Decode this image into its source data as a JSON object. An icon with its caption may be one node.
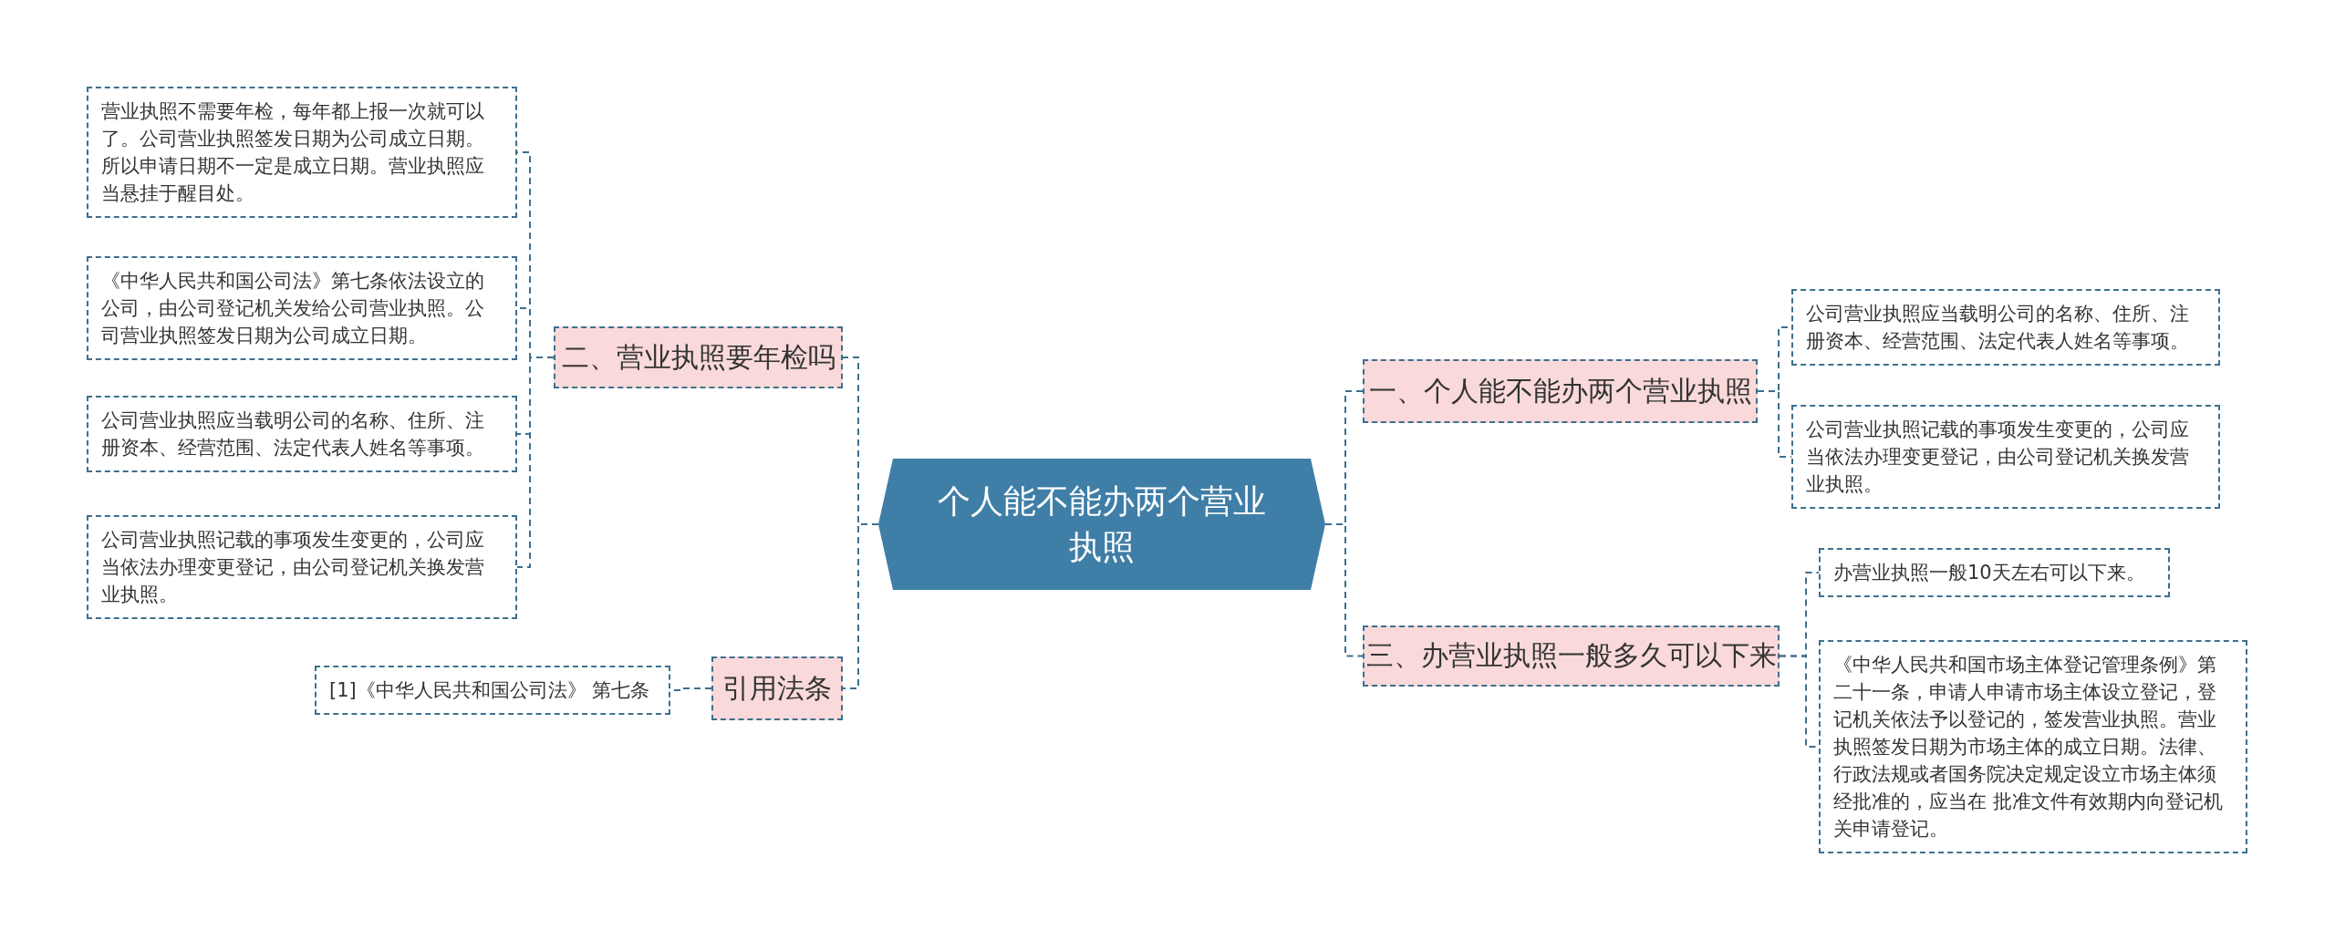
{
  "diagram": {
    "nodes": [
      {
        "text": [
          "个人能不能办两个营业执照"
        ]
      },
      {
        "text": [
          "一、个人能不能办两个营业执照"
        ]
      },
      {
        "text": [
          "公司营业执照应当载明公司的名称、住所、注册资本、经营范围、法定代表人姓名等事项。"
        ]
      },
      {
        "text": [
          "公司营业执照记载的事项发生变更的，公司应当依法办理变更登记，由公司登记机关换发营业执照。"
        ]
      },
      {
        "text": [
          "三、办营业执照一般多久可以下来"
        ]
      },
      {
        "text": [
          "办营业执照一般10天左右可以下来。"
        ]
      },
      {
        "text": [
          "《中华人民共和国市场主体登记管理条例》第二十一条，申请人申请市场主体设立登记，登记机关依法予以登记的，签发营业执照。营业执照签发日期为市场主体的成立日期。法律、行政法规或者国务院决定规定设立市场主体须经批准的，应当在 批准文件有效期内向登记机关申请登记。"
        ]
      },
      {
        "text": [
          "二、营业执照要年检吗"
        ]
      },
      {
        "text": [
          "营业执照不需要年检，每年都上报一次就可以了。公司营业执照签发日期为公司成立日期。所以申请日期不一定是成立日期。营业执照应当悬挂于醒目处。"
        ]
      },
      {
        "text": [
          "《中华人民共和国公司法》第七条依法设立的公司，由公司登记机关发给公司营业执照。公司营业执照签发日期为公司成立日期。"
        ]
      },
      {
        "text": [
          "公司营业执照应当载明公司的名称、住所、注册资本、经营范围、法定代表人姓名等事项。"
        ]
      },
      {
        "text": [
          "公司营业执照记载的事项发生变更的，公司应当依法办理变更登记，由公司登记机关换发营业执照。"
        ]
      },
      {
        "text": [
          "引用法条"
        ]
      },
      {
        "text": [
          "[1]《中华人民共和国公司法》 第七条"
        ]
      }
    ],
    "edges": [
      {
        "from": 0,
        "to": 1,
        "arrow": "none"
      },
      {
        "from": 1,
        "to": 2,
        "arrow": "none"
      },
      {
        "from": 1,
        "to": 3,
        "arrow": "none"
      },
      {
        "from": 0,
        "to": 4,
        "arrow": "none"
      },
      {
        "from": 4,
        "to": 5,
        "arrow": "none"
      },
      {
        "from": 4,
        "to": 6,
        "arrow": "none"
      },
      {
        "from": 0,
        "to": 7,
        "arrow": "none"
      },
      {
        "from": 7,
        "to": 8,
        "arrow": "none"
      },
      {
        "from": 7,
        "to": 9,
        "arrow": "none"
      },
      {
        "from": 7,
        "to": 10,
        "arrow": "none"
      },
      {
        "from": 7,
        "to": 11,
        "arrow": "none"
      },
      {
        "from": 0,
        "to": 12,
        "arrow": "none"
      },
      {
        "from": 12,
        "to": 13,
        "arrow": "none"
      }
    ]
  }
}
